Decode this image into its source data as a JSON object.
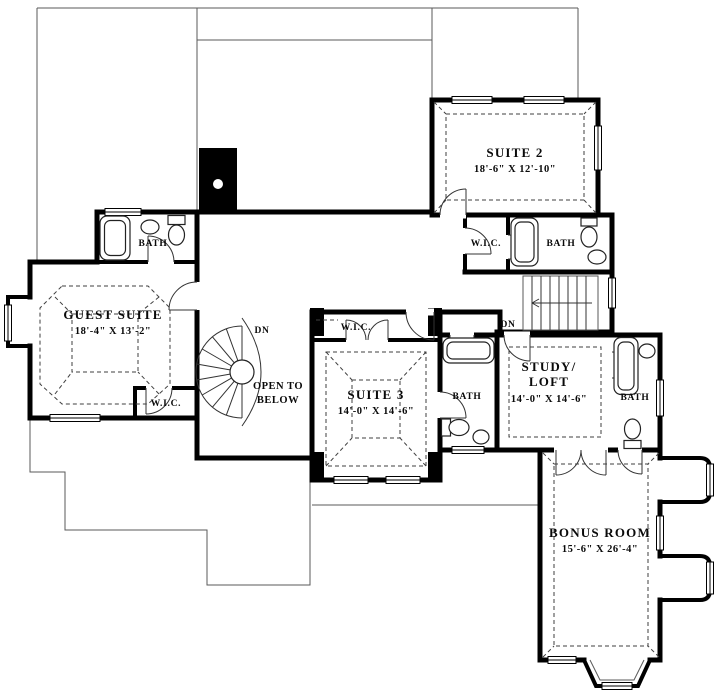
{
  "plan": {
    "colors": {
      "wall": "#000000",
      "thin_line": "#5a5a5a",
      "background": "#ffffff",
      "text": "#0a0a0a"
    },
    "rooms": {
      "suite2": {
        "name": "SUITE 2",
        "dims": "18'-6\" X 12'-10\""
      },
      "guest_suite": {
        "name": "GUEST SUITE",
        "dims": "18'-4\" X 13'-2\""
      },
      "suite3": {
        "name": "SUITE 3",
        "dims": "14'-0\" X 14'-6\""
      },
      "study_loft": {
        "line1": "STUDY/",
        "line2": "LOFT",
        "dims": "14'-0\" X 14'-6\""
      },
      "bonus_room": {
        "name": "BONUS ROOM",
        "dims": "15'-6\" X 26'-4\""
      },
      "open_to_below": {
        "line1": "OPEN TO",
        "line2": "BELOW"
      }
    },
    "labels": {
      "bath": "BATH",
      "wic": "W.I.C.",
      "dn": "DN"
    }
  }
}
